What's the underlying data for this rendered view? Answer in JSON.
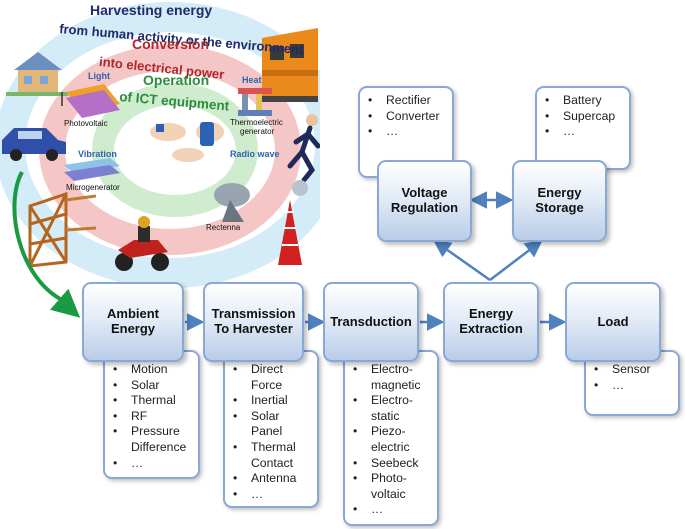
{
  "illustration": {
    "ring_outer": [
      "Harvesting energy",
      "from human activity or the environment"
    ],
    "ring_middle": [
      "Conversion",
      "into electrical power"
    ],
    "ring_inner": [
      "Operation",
      "of ICT equipment"
    ],
    "sources": {
      "light": "Light",
      "heat": "Heat",
      "vibration": "Vibration",
      "radio_wave": "Radio wave"
    },
    "devices": {
      "photovoltaic": "Photovoltaic",
      "thermoelectric": [
        "Thermoelectric",
        "generator"
      ],
      "microgenerator": "Microgenerator",
      "rectenna": "Rectenna"
    }
  },
  "flow": {
    "ambient": {
      "title": [
        "Ambient",
        "Energy"
      ],
      "items": [
        "Motion",
        "Solar",
        "Thermal",
        "RF",
        "Pressure Difference",
        "…"
      ]
    },
    "transmission": {
      "title": [
        "Transmission",
        "To Harvester"
      ],
      "items": [
        "Direct Force",
        "Inertial",
        "Solar Panel",
        "Thermal Contact",
        "Antenna",
        "…"
      ]
    },
    "transduction": {
      "title": [
        "Transduction"
      ],
      "items": [
        "Electro-magnetic",
        "Electro-static",
        "Piezo-electric",
        "Seebeck",
        "Photo-voltaic",
        "…"
      ]
    },
    "extraction": {
      "title": [
        "Energy",
        "Extraction"
      ]
    },
    "load": {
      "title": [
        "Load"
      ],
      "items": [
        "Sensor",
        "…"
      ]
    },
    "voltage": {
      "title": [
        "Voltage",
        "Regulation"
      ],
      "items": [
        "Rectifier",
        "Converter",
        "…"
      ]
    },
    "storage": {
      "title": [
        "Energy",
        "Storage"
      ],
      "items": [
        "Battery",
        "Supercap",
        "…"
      ]
    }
  },
  "colors": {
    "box_border": "#8aa8d4",
    "arrow": "#4f81bd",
    "ring_outer": "#d4ecf7",
    "ring_middle": "#f5c6c6",
    "ring_inner": "#cfeccf",
    "outer_text": "#1f2a6b",
    "middle_text": "#b0272d",
    "inner_text": "#2e8b3e",
    "curve_arrow": "#1a9a44"
  }
}
